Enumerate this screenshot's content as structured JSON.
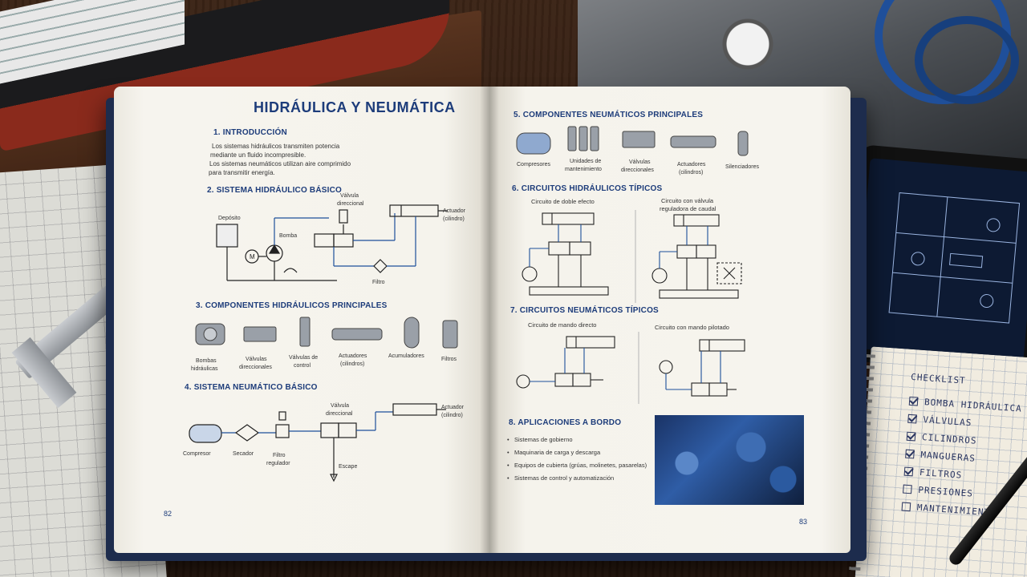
{
  "left_page": {
    "title": "HIDRÁULICA Y NEUMÁTICA",
    "s1_heading": "1. INTRODUCCIÓN",
    "s1_lines": [
      "Los sistemas hidráulicos transmiten potencia",
      "mediante un fluido incompresible.",
      "Los sistemas neumáticos utilizan aire comprimido",
      "para transmitir energía."
    ],
    "s2_heading": "2. SISTEMA HIDRÁULICO BÁSICO",
    "s2_labels": {
      "deposito": "Depósito",
      "bomba": "Bomba",
      "valvula_1": "Válvula",
      "valvula_2": "direccional",
      "actuador_1": "Actuador",
      "actuador_2": "(cilindro)",
      "filtro": "Filtro",
      "motor": "M"
    },
    "s3_heading": "3. COMPONENTES HIDRÁULICOS PRINCIPALES",
    "s3_items": [
      [
        "Bombas",
        "hidráulicas"
      ],
      [
        "Válvulas",
        "direccionales"
      ],
      [
        "Válvulas de",
        "control"
      ],
      [
        "Actuadores",
        "(cilindros)"
      ],
      [
        "Acumuladores",
        ""
      ],
      [
        "Filtros",
        ""
      ]
    ],
    "s4_heading": "4. SISTEMA NEUMÁTICO BÁSICO",
    "s4_labels": {
      "compresor": "Compresor",
      "secador": "Secador",
      "filtro_1": "Filtro",
      "filtro_2": "regulador",
      "valvula_1": "Válvula",
      "valvula_2": "direccional",
      "actuador_1": "Actuador",
      "actuador_2": "(cilindro)",
      "escape": "Escape"
    },
    "page_number": "82"
  },
  "right_page": {
    "s5_heading": "5. COMPONENTES NEUMÁTICOS PRINCIPALES",
    "s5_items": [
      [
        "Compresores",
        ""
      ],
      [
        "Unidades de",
        "mantenimiento"
      ],
      [
        "Válvulas",
        "direccionales"
      ],
      [
        "Actuadores",
        "(cilindros)"
      ],
      [
        "Silenciadores",
        ""
      ]
    ],
    "s6_heading": "6. CIRCUITOS HIDRÁULICOS TÍPICOS",
    "s6_left": "Circuito de doble efecto",
    "s6_right_1": "Circuito con válvula",
    "s6_right_2": "reguladora de caudal",
    "s7_heading": "7. CIRCUITOS NEUMÁTICOS TÍPICOS",
    "s7_left": "Circuito de mando directo",
    "s7_right": "Circuito con mando pilotado",
    "s8_heading": "8. APLICACIONES A BORDO",
    "s8_items": [
      "Sistemas de gobierno",
      "Maquinaria de carga y descarga",
      "Equipos de cubierta (grúas, molinetes, pasarelas)",
      "Sistemas de control y automatización"
    ],
    "page_number": "83"
  },
  "checklist": {
    "title": "CHECKLIST",
    "items": [
      {
        "label": "BOMBA HIDRÁULICA",
        "checked": true
      },
      {
        "label": "VÁLVULAS",
        "checked": true
      },
      {
        "label": "CILINDROS",
        "checked": true
      },
      {
        "label": "MANGUERAS",
        "checked": true
      },
      {
        "label": "FILTROS",
        "checked": true
      },
      {
        "label": "PRESIONES",
        "checked": false
      },
      {
        "label": "MANTENIMIENTO",
        "checked": false
      }
    ]
  },
  "colors": {
    "heading_blue": "#1d3c7a",
    "line_blue": "#1d4f9a",
    "paper": "#f3f1ea",
    "cover": "#1d2c4d"
  }
}
